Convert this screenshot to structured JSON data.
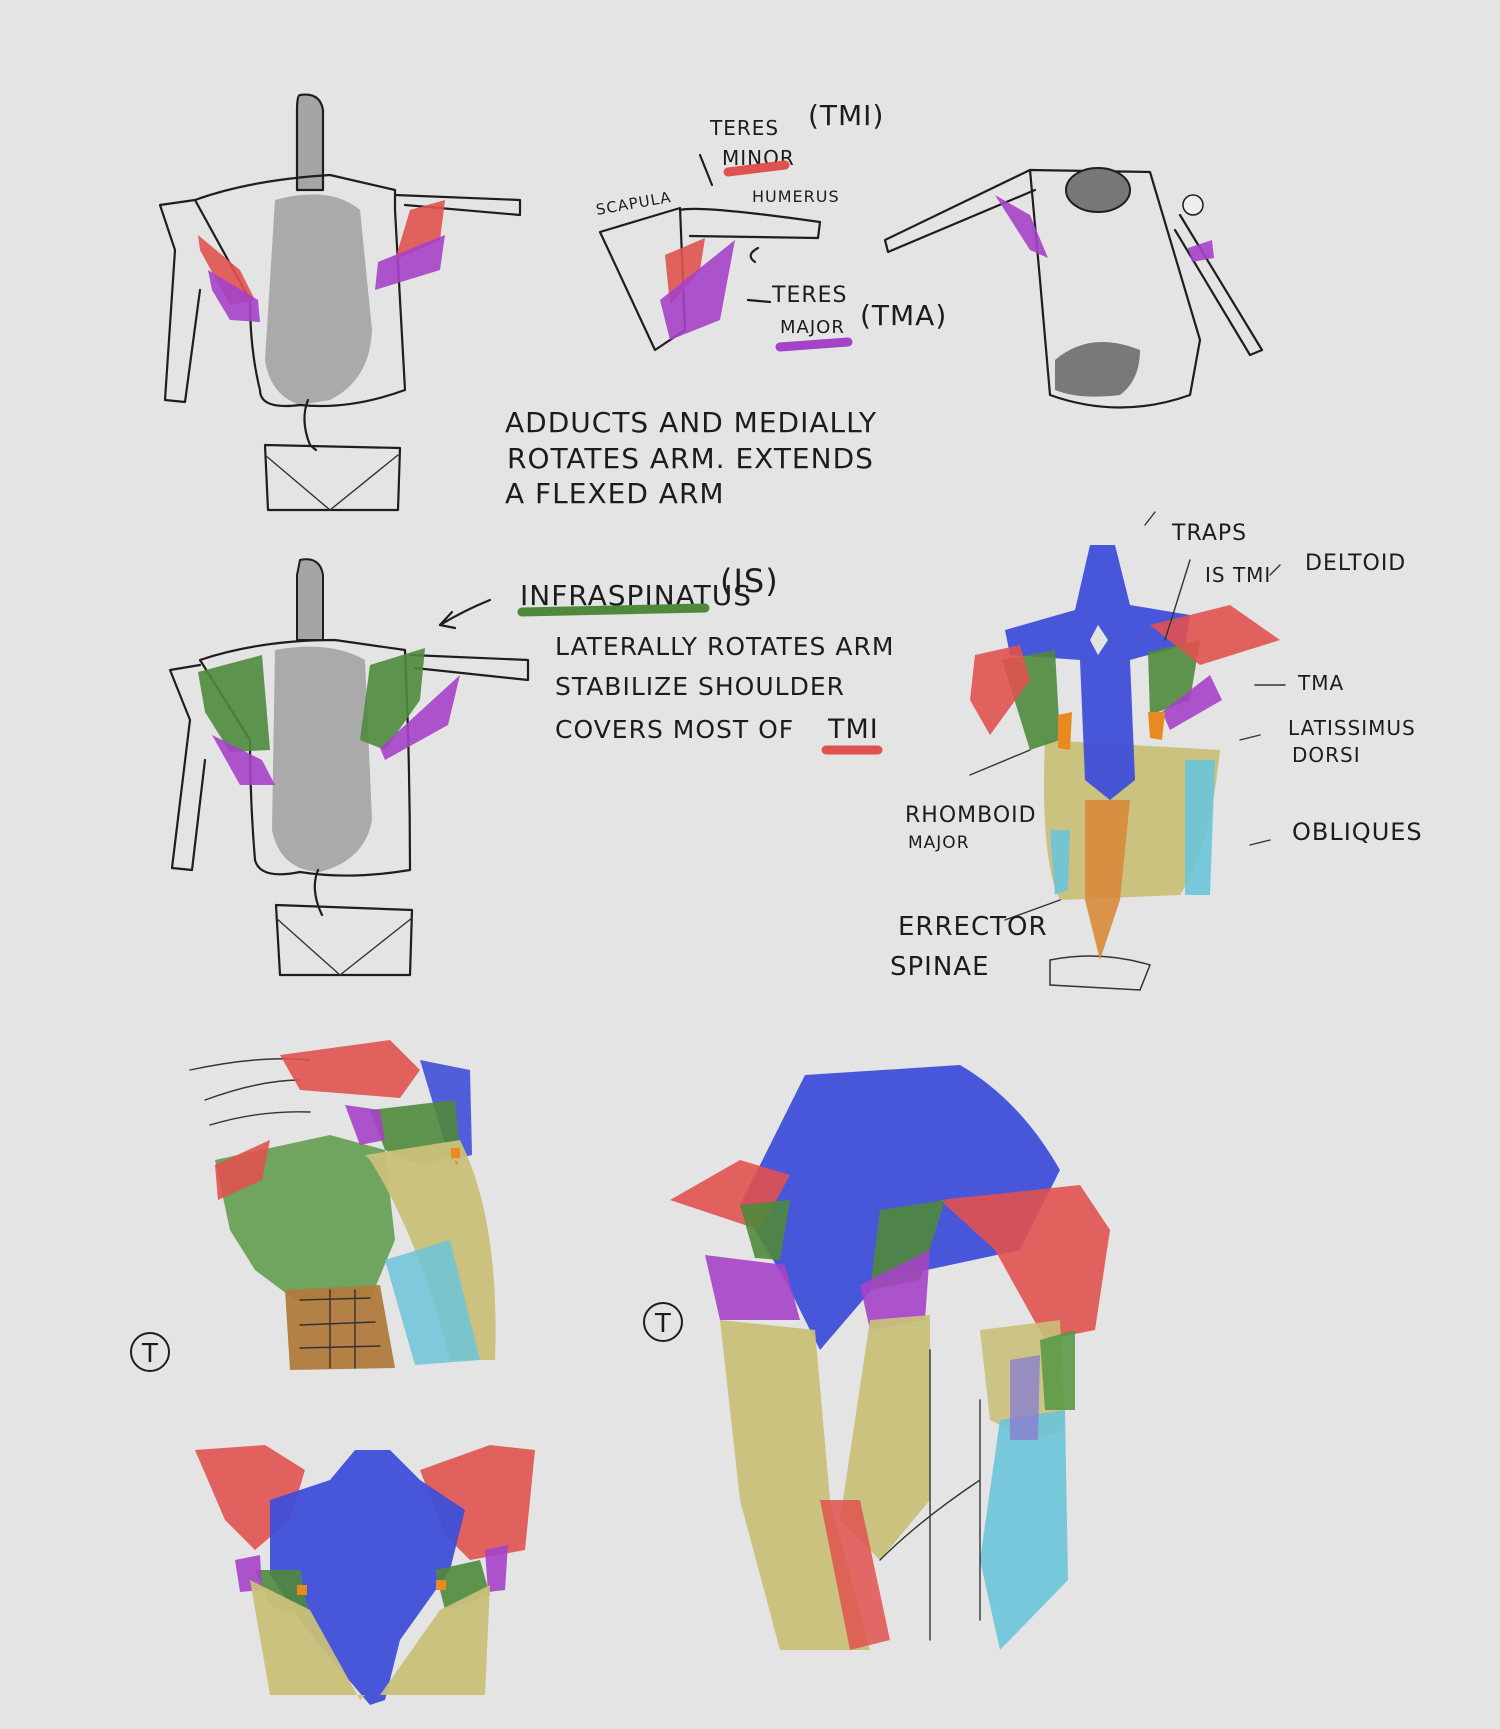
{
  "colors": {
    "background": "#e4e4e5",
    "teres_minor": "#e0524f",
    "teres_major": "#a542c8",
    "infraspinatus": "#4f8a3c",
    "traps": "#3f4fd8",
    "deltoid": "#e0524f",
    "latissimus_dorsi": "#c9c07a",
    "obliques": "#6cc4d9",
    "erector_spinae": "#d88a3a",
    "rhomboid": "#e88a20",
    "spine": "#8c8c8c"
  },
  "section1": {
    "label_teres_minor_1": "TERES",
    "label_teres_minor_2": "MINOR",
    "abbr_tmi": "(TMI)",
    "label_scapula": "SCAPULA",
    "label_humerus": "HUMERUS",
    "label_teres_major_1": "TERES",
    "label_teres_major_2": "MAJOR",
    "abbr_tma": "(TMA)",
    "note_line_1": "ADDUCTS AND MEDIALLY",
    "note_line_2": "ROTATES ARM. EXTENDS",
    "note_line_3": "A FLEXED ARM"
  },
  "section2": {
    "label_infraspinatus": "INFRASPINATUS",
    "abbr_is": "(IS)",
    "note_line_1": "LATERALLY ROTATES ARM",
    "note_line_2": "STABILIZE SHOULDER",
    "note_line_3_prefix": "COVERS MOST OF",
    "note_line_3_tmi": "TMI"
  },
  "section3": {
    "label_traps": "TRAPS",
    "label_is_tmi": "IS TMI",
    "label_deltoid": "DELTOID",
    "label_tma": "TMA",
    "label_latissimus_1": "LATISSIMUS",
    "label_latissimus_2": "DORSI",
    "label_rhomboid_1": "RHOMBOID",
    "label_rhomboid_2": "MAJOR",
    "label_obliques": "OBLIQUES",
    "label_erector_1": "ERRECTOR",
    "label_erector_2": "SPINAE"
  },
  "section4": {
    "marker_left": "T",
    "marker_right": "T"
  }
}
